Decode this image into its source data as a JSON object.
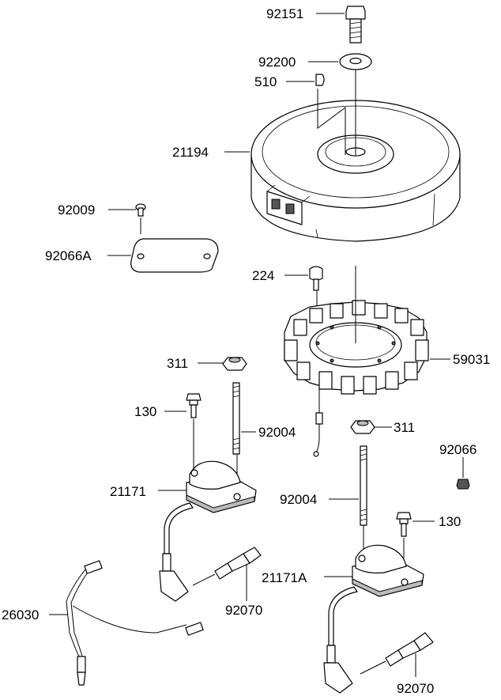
{
  "labels": {
    "p92151": "92151",
    "p92200": "92200",
    "p510": "510",
    "p21194": "21194",
    "p92009": "92009",
    "p92066A": "92066A",
    "p224": "224",
    "p59031": "59031",
    "p311a": "311",
    "p130a": "130",
    "p92004a": "92004",
    "p311b": "311",
    "p92066": "92066",
    "p21171": "21171",
    "p92004b": "92004",
    "p130b": "130",
    "p21171A": "21171A",
    "p26030": "26030",
    "p92070a": "92070",
    "p92070b": "92070"
  }
}
